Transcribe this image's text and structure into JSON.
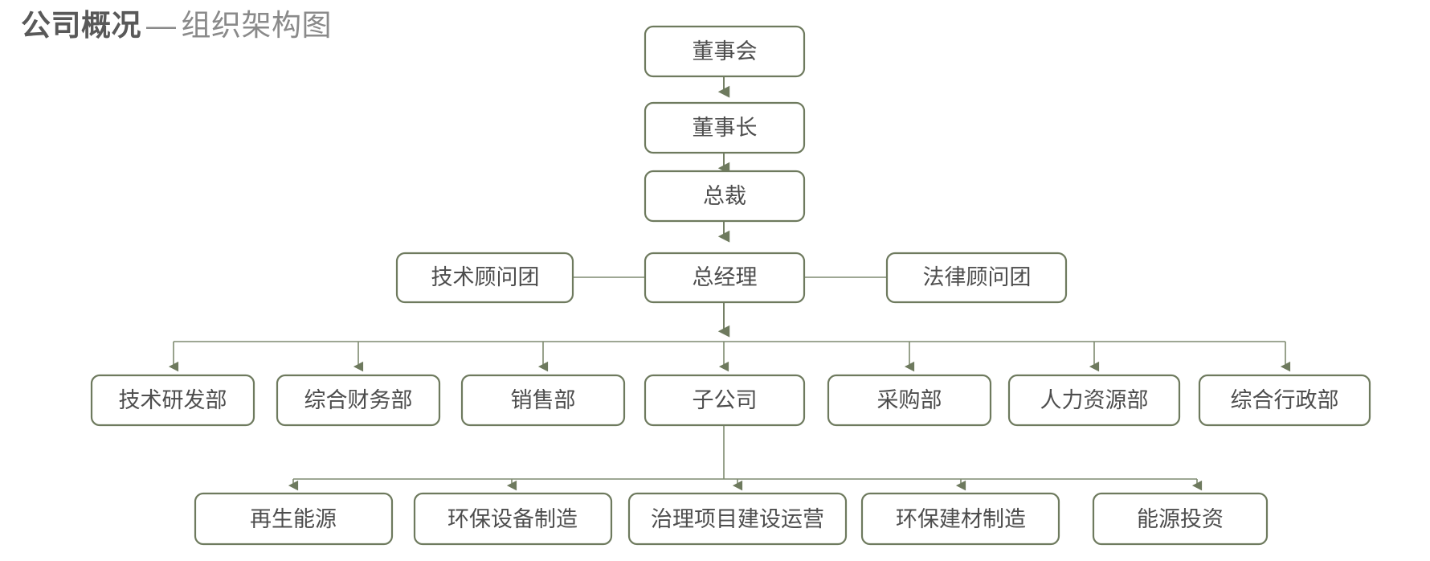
{
  "title": {
    "main": "公司概况",
    "separator": "—",
    "sub": "组织架构图"
  },
  "colors": {
    "box_border": "#6e7a5e",
    "box_fill": "#ffffff",
    "node_text": "#4d4d4d",
    "connector": "#6e7a5e",
    "title_main": "#595959",
    "title_sub": "#8a8a8a",
    "page_background": "#ffffff"
  },
  "chart_data": {
    "type": "diagram",
    "diagram_type": "org-chart",
    "title": "公司概况 — 组织架构图",
    "orientation": "top-down",
    "levels": [
      {
        "level": 0,
        "nodes": [
          "董事会"
        ]
      },
      {
        "level": 1,
        "nodes": [
          "董事长"
        ]
      },
      {
        "level": 2,
        "nodes": [
          "总裁"
        ]
      },
      {
        "level": 3,
        "nodes": [
          "技术顾问团",
          "总经理",
          "法律顾问团"
        ]
      },
      {
        "level": 4,
        "nodes": [
          "技术研发部",
          "综合财务部",
          "销售部",
          "子公司",
          "采购部",
          "人力资源部",
          "综合行政部"
        ]
      },
      {
        "level": 5,
        "nodes": [
          "再生能源",
          "环保设备制造",
          "治理项目建设运营",
          "环保建材制造",
          "能源投资"
        ]
      }
    ],
    "edges": [
      {
        "from": "董事会",
        "to": "董事长",
        "style": "arrow"
      },
      {
        "from": "董事长",
        "to": "总裁",
        "style": "arrow"
      },
      {
        "from": "总裁",
        "to": "总经理",
        "style": "arrow"
      },
      {
        "from": "技术顾问团",
        "to": "总经理",
        "style": "line"
      },
      {
        "from": "总经理",
        "to": "法律顾问团",
        "style": "line"
      },
      {
        "from": "总经理",
        "to": "技术研发部",
        "style": "arrow"
      },
      {
        "from": "总经理",
        "to": "综合财务部",
        "style": "arrow"
      },
      {
        "from": "总经理",
        "to": "销售部",
        "style": "arrow"
      },
      {
        "from": "总经理",
        "to": "子公司",
        "style": "arrow"
      },
      {
        "from": "总经理",
        "to": "采购部",
        "style": "arrow"
      },
      {
        "from": "总经理",
        "to": "人力资源部",
        "style": "arrow"
      },
      {
        "from": "总经理",
        "to": "综合行政部",
        "style": "arrow"
      },
      {
        "from": "子公司",
        "to": "再生能源",
        "style": "arrow"
      },
      {
        "from": "子公司",
        "to": "环保设备制造",
        "style": "arrow"
      },
      {
        "from": "子公司",
        "to": "治理项目建设运营",
        "style": "arrow"
      },
      {
        "from": "子公司",
        "to": "环保建材制造",
        "style": "arrow"
      },
      {
        "from": "子公司",
        "to": "能源投资",
        "style": "arrow"
      }
    ]
  },
  "nodes": {
    "board": "董事会",
    "chairman": "董事长",
    "president": "总裁",
    "tech_advisory": "技术顾问团",
    "general_manager": "总经理",
    "legal_advisory": "法律顾问团",
    "dept_rd": "技术研发部",
    "dept_finance": "综合财务部",
    "dept_sales": "销售部",
    "dept_subsidiary": "子公司",
    "dept_procurement": "采购部",
    "dept_hr": "人力资源部",
    "dept_admin": "综合行政部",
    "sub_renewable": "再生能源",
    "sub_equipment": "环保设备制造",
    "sub_project": "治理项目建设运营",
    "sub_materials": "环保建材制造",
    "sub_investment": "能源投资"
  }
}
